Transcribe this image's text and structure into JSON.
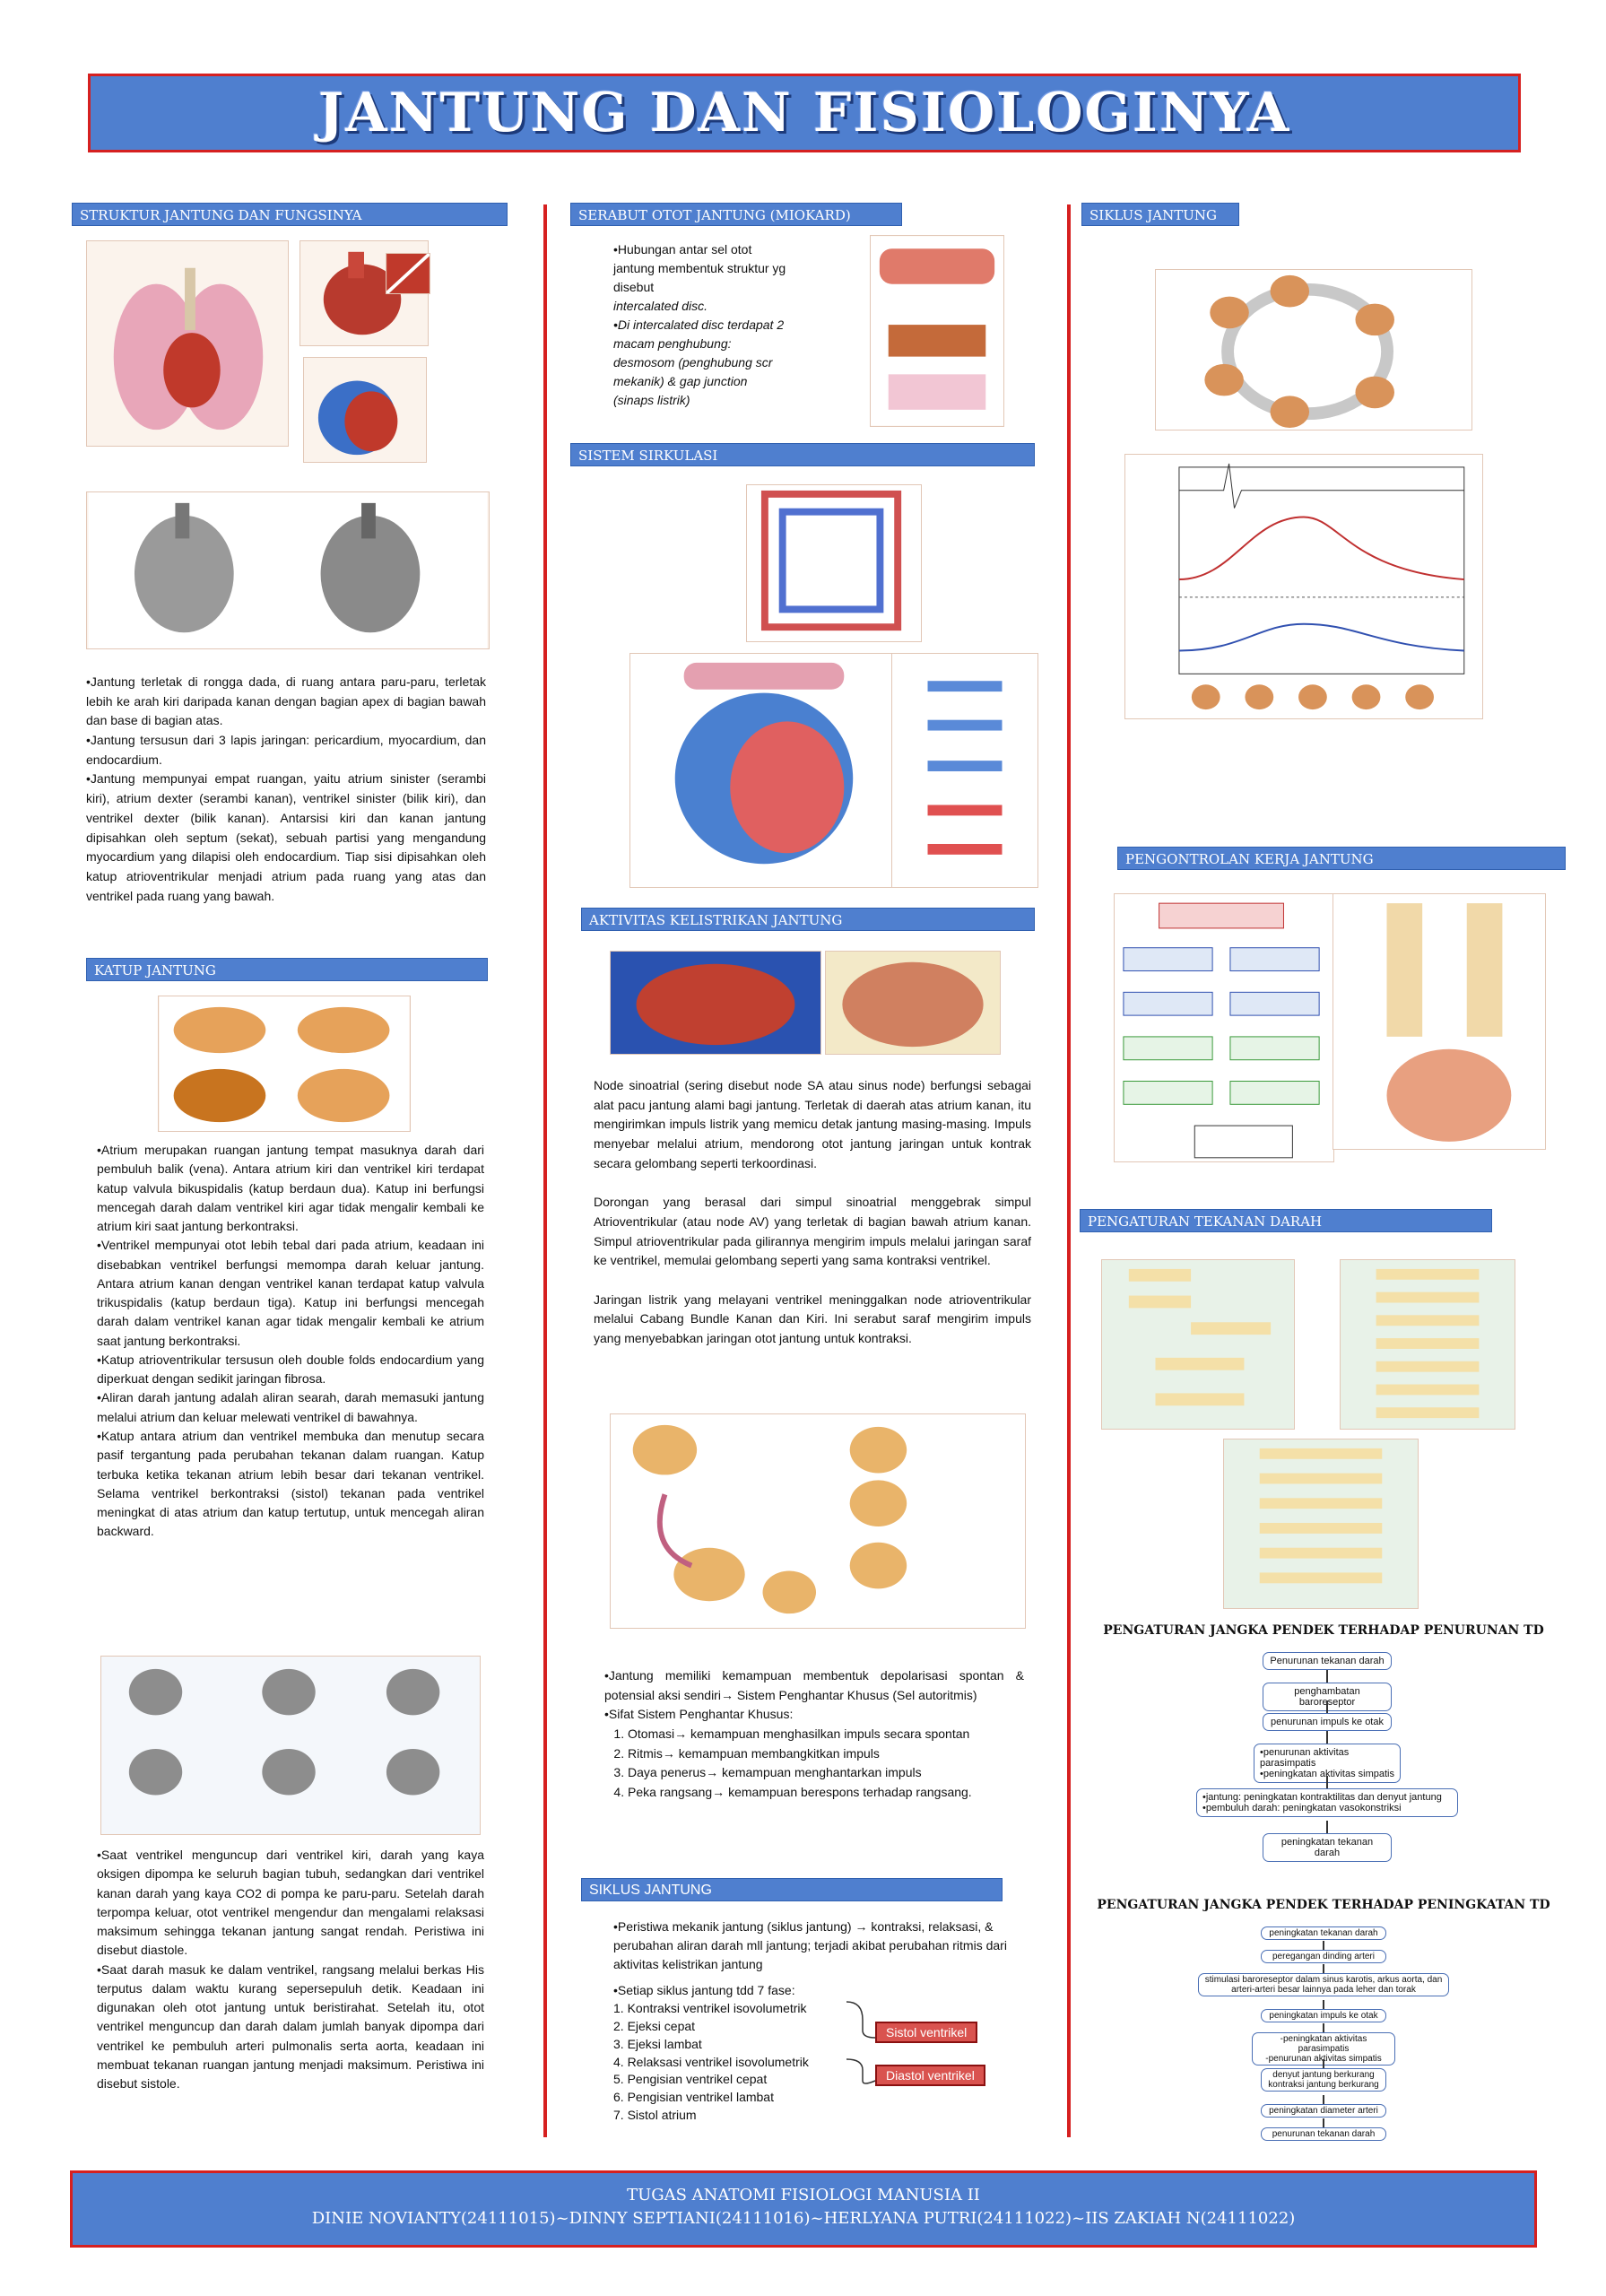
{
  "title": "JANTUNG DAN FISIOLOGINYA",
  "col1": {
    "struktur_header": "STRUKTUR JANTUNG DAN FUNGSINYA",
    "struktur_text": [
      "•Jantung terletak di rongga dada, di ruang antara paru-paru, terletak lebih ke arah kiri daripada kanan dengan bagian apex di bagian bawah dan base di bagian atas.",
      "•Jantung tersusun dari 3 lapis jaringan: pericardium, myocardium, dan endocardium.",
      "•Jantung mempunyai empat ruangan, yaitu atrium sinister (serambi kiri), atrium dexter (serambi kanan), ventrikel sinister (bilik kiri), dan ventrikel dexter (bilik kanan). Antarsisi kiri dan kanan jantung dipisahkan oleh septum (sekat), sebuah partisi yang mengandung myocardium yang dilapisi oleh endocardium. Tiap sisi dipisahkan oleh katup atrioventrikular menjadi atrium pada ruang yang atas dan ventrikel pada ruang yang bawah."
    ],
    "katup_header": "KATUP JANTUNG",
    "katup_text": [
      "•Atrium merupakan ruangan jantung tempat masuknya darah dari pembuluh balik (vena). Antara atrium kiri dan ventrikel kiri terdapat katup valvula bikuspidalis (katup berdaun dua). Katup ini berfungsi mencegah darah dalam ventrikel kiri agar tidak mengalir kembali ke atrium kiri saat jantung berkontraksi.",
      "•Ventrikel mempunyai otot lebih tebal dari pada atrium, keadaan ini disebabkan ventrikel berfungsi memompa darah keluar jantung. Antara atrium kanan dengan ventrikel kanan terdapat katup valvula trikuspidalis (katup berdaun tiga). Katup ini berfungsi mencegah darah dalam ventrikel kanan agar tidak mengalir kembali ke atrium saat jantung berkontraksi.",
      "•Katup atrioventrikular tersusun oleh double folds endocardium yang diperkuat dengan sedikit jaringan fibrosa.",
      "•Aliran darah jantung adalah aliran searah, darah memasuki jantung melalui atrium dan keluar melewati ventrikel di bawahnya.",
      "•Katup antara atrium dan ventrikel membuka dan menutup secara pasif tergantung pada perubahan tekanan dalam ruangan. Katup terbuka ketika tekanan atrium lebih besar dari tekanan ventrikel. Selama ventrikel berkontraksi (sistol) tekanan pada ventrikel meningkat di atas atrium dan katup tertutup, untuk mencegah aliran backward."
    ],
    "sistol_text": [
      "•Saat ventrikel menguncup dari ventrikel kiri, darah yang kaya oksigen dipompa ke seluruh bagian tubuh, sedangkan dari ventrikel kanan darah yang kaya CO2 di pompa ke paru-paru. Setelah darah terpompa keluar, otot ventrikel mengendur dan mengalami relaksasi maksimum sehingga tekanan jantung sangat rendah. Peristiwa ini disebut diastole.",
      "•Saat darah masuk ke dalam ventrikel, rangsang melalui berkas His terputus dalam waktu kurang sepersepuluh detik. Keadaan ini digunakan oleh otot jantung untuk beristirahat. Setelah itu, otot ventrikel menguncup dan darah dalam jumlah banyak dipompa dari ventrikel ke pembuluh arteri pulmonalis serta aorta, keadaan ini membuat tekanan ruangan jantung menjadi maksimum. Peristiwa ini disebut sistole."
    ]
  },
  "col2": {
    "serabut_header": "SERABUT OTOT JANTUNG (MIOKARD)",
    "serabut_lines": [
      "•Hubungan antar sel otot jantung membentuk struktur yg disebut",
      "intercalated disc.",
      "•Di intercalated disc terdapat 2 macam penghubung: desmosom (penghubung scr mekanik) & gap junction (sinaps listrik)"
    ],
    "sirkulasi_header": "SISTEM SIRKULASI",
    "listrik_header": "AKTIVITAS KELISTRIKAN JANTUNG",
    "listrik_text": [
      "Node sinoatrial (sering disebut node SA atau sinus node) berfungsi sebagai alat pacu jantung alami bagi jantung. Terletak di daerah atas atrium kanan, itu mengirimkan impuls listrik yang memicu detak jantung masing-masing. Impuls menyebar melalui atrium, mendorong otot jantung jaringan untuk kontrak secara gelombang seperti terkoordinasi.",
      "Dorongan yang berasal dari simpul sinoatrial menggebrak simpul Atrioventrikular (atau node AV) yang terletak di bagian bawah atrium kanan. Simpul atrioventrikular pada gilirannya mengirim impuls melalui jaringan saraf ke ventrikel, memulai gelombang seperti yang sama kontraksi ventrikel.",
      "Jaringan listrik yang melayani ventrikel meninggalkan node atrioventrikular melalui Cabang Bundle Kanan dan Kiri. Ini serabut saraf mengirim impuls yang menyebabkan jaringan otot jantung untuk kontraksi."
    ],
    "autoritmis_text": [
      "•Jantung memiliki kemampuan membentuk depolarisasi spontan & potensial aksi sendiri→ Sistem Penghantar Khusus (Sel autoritmis)",
      "•Sifat Sistem Penghantar Khusus:"
    ],
    "sifat": [
      "Otomasi→ kemampuan menghasilkan impuls secara spontan",
      "Ritmis→ kemampuan membangkitkan impuls",
      "Daya penerus→ kemampuan menghantarkan impuls",
      "Peka rangsang→ kemampuan berespons terhadap rangsang."
    ],
    "siklus_header": "SIKLUS JANTUNG",
    "siklus_intro": "•Peristiwa mekanik jantung (siklus jantung) → kontraksi, relaksasi, & perubahan aliran darah mll jantung; terjadi akibat perubahan ritmis dari aktivitas kelistrikan jantung",
    "siklus_sub": "•Setiap siklus jantung tdd 7 fase:",
    "fase": [
      "1. Kontraksi ventrikel isovolumetrik",
      "2. Ejeksi cepat",
      "3. Ejeksi lambat",
      "4. Relaksasi ventrikel isovolumetrik",
      "5. Pengisian ventrikel cepat",
      "6. Pengisian ventrikel lambat",
      "7. Sistol atrium"
    ],
    "sistol_label": "Sistol ventrikel",
    "diastol_label": "Diastol ventrikel"
  },
  "col3": {
    "siklus_header": "SIKLUS JANTUNG",
    "kontrol_header": "PENGONTROLAN KERJA JANTUNG",
    "tekanan_header": "PENGATURAN TEKANAN DARAH",
    "penurunan_title": "PENGATURAN JANGKA PENDEK TERHADAP PENURUNAN TD",
    "penurunan_steps": [
      "Penurunan tekanan darah",
      "penghambatan baroreseptor",
      "penurunan impuls ke otak",
      "•penurunan aktivitas parasimpatis\n•peningkatan aktivitas simpatis",
      "•jantung: peningkatan kontraktilitas dan denyut jantung\n•pembuluh darah: peningkatan vasokonstriksi",
      "peningkatan tekanan darah"
    ],
    "peningkatan_title": "PENGATURAN JANGKA PENDEK TERHADAP PENINGKATAN TD",
    "peningkatan_steps": [
      "peningkatan tekanan darah",
      "peregangan dinding arteri",
      "stimulasi baroreseptor dalam sinus karotis, arkus aorta, dan arteri-arteri besar lainnya pada leher dan torak",
      "peningkatan impuls ke otak",
      "-peningkatan aktivitas parasimpatis\n-penurunan aktivitas simpatis",
      "denyut jantung berkurang\nkontraksi jantung berkurang",
      "peningkatan diameter arteri",
      "penurunan tekanan darah"
    ]
  },
  "footer": {
    "line1": "TUGAS ANATOMI FISIOLOGI MANUSIA II",
    "line2": "DINIE NOVIANTY(24111015)~DINNY SEPTIANI(24111016)~HERLYANA PUTRI(24111022)~IIS ZAKIAH N(24111022)"
  }
}
